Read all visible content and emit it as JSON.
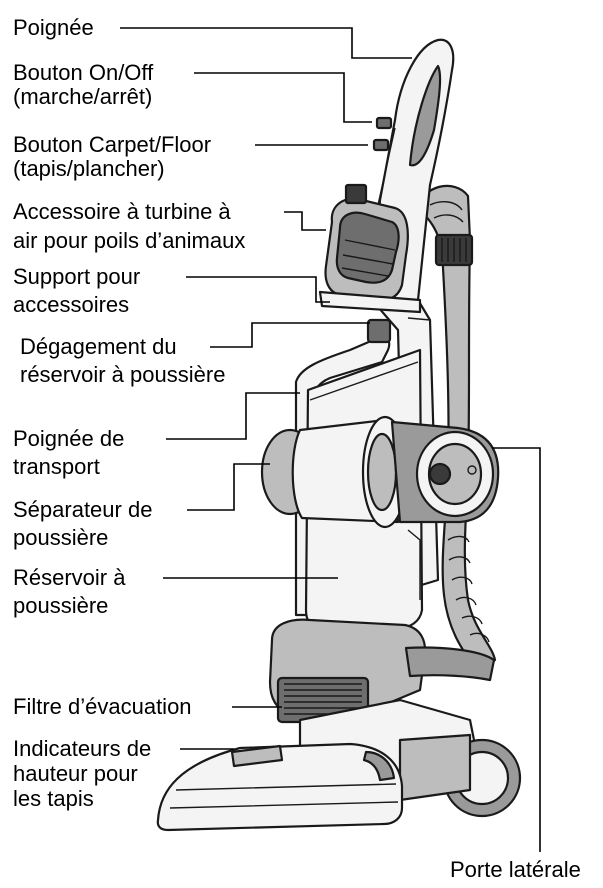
{
  "labels": {
    "handle": "Poignée",
    "onoff_1": "Bouton On/Off",
    "onoff_2": "(marche/arrêt)",
    "carpet_1": "Bouton Carpet/Floor",
    "carpet_2": "(tapis/plancher)",
    "turbine_1": "Accessoire à turbine à",
    "turbine_2": "air pour poils d’animaux",
    "support_1": "Support pour",
    "support_2": "accessoires",
    "release_1": "Dégagement du",
    "release_2": "réservoir à poussière",
    "carry_1": "Poignée de",
    "carry_2": "transport",
    "separator_1": "Séparateur de",
    "separator_2": "poussière",
    "bin_1": "Réservoir à",
    "bin_2": "poussière",
    "filter": "Filtre d’évacuation",
    "height_1": "Indicateurs de",
    "height_2": "hauteur pour",
    "height_3": "les tapis",
    "side_door": "Porte latérale"
  }
}
